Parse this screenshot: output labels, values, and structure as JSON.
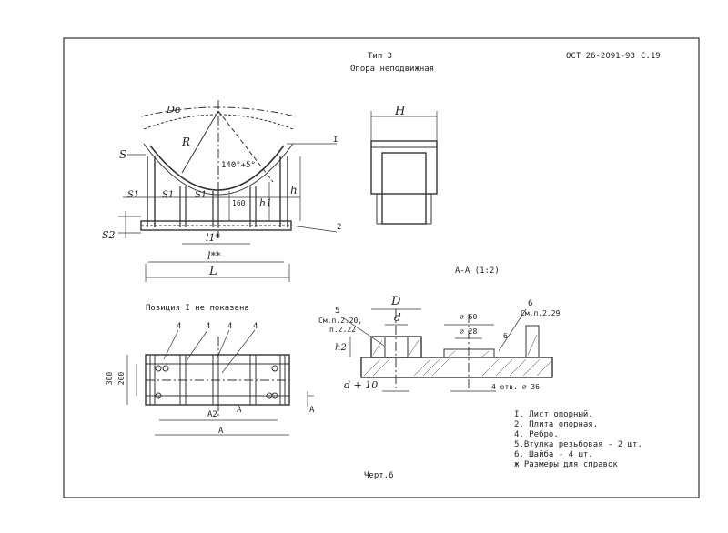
{
  "header": {
    "type_label": "Тип 3",
    "title": "Опора неподвижная",
    "standard": "ОСТ 26-2091-93",
    "page": "С.19"
  },
  "main_view": {
    "dim_db": "Dв",
    "dim_r": "R",
    "label_s": "S",
    "label_s1_a": "S1",
    "label_s1_b": "S1",
    "label_s1_c": "S1",
    "angle": "140°+5°",
    "dim_h1": "h1",
    "dim_h": "h",
    "dim_160": "160",
    "dim_s2": "S2",
    "dim_l1": "l1*",
    "dim_l": "l**",
    "dim_L": "L",
    "callout_1": "I",
    "callout_2": "2"
  },
  "side_view": {
    "dim_H": "H",
    "section_label": "А-А (1:2)"
  },
  "plan_view": {
    "note": "Позиция I не показана",
    "callout_4a": "4",
    "callout_4b": "4",
    "callout_4c": "4",
    "callout_4d": "4",
    "dim_300": "300",
    "dim_200": "200",
    "dim_a2": "A2",
    "dim_a": "A",
    "section_a_left": "А",
    "section_a_right": "А"
  },
  "section_view": {
    "dim_D": "D",
    "dim_d": "d",
    "callout_5": "5",
    "ref_5": "См.п.2.20,",
    "ref_5b": "п.2.22",
    "dim_h2": "h2",
    "dim_d10": "d + 10",
    "callout_6": "6",
    "ref_6": "См.п.2.29",
    "dim_60": "⌀ 60",
    "dim_28": "⌀ 28",
    "dim_6": "6",
    "holes": "4 отв. ⌀ 36"
  },
  "legend": {
    "items": [
      "I. Лист опорный.",
      "2. Плита опорная.",
      "4. Ребро.",
      "5.Втулка резьбовая - 2 шт.",
      "6. Шайба - 4 шт.",
      "ж  Размеры для справок"
    ]
  },
  "footer": {
    "drawing_no": "Черт.6"
  }
}
